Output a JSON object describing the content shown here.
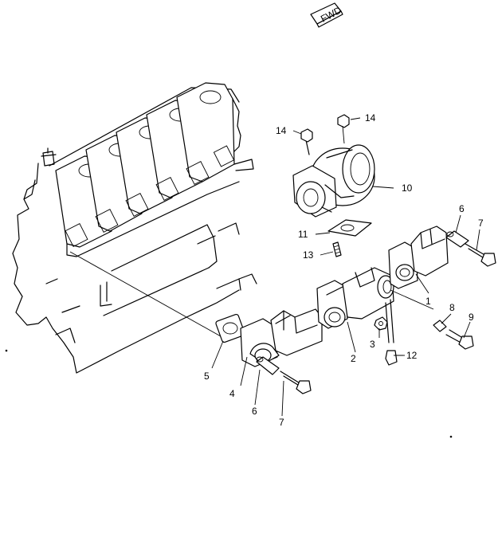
{
  "fwd_label": "FWD",
  "callouts": {
    "c1": "1",
    "c2": "2",
    "c3": "3",
    "c4": "4",
    "c5": "5",
    "c6a": "6",
    "c6b": "6",
    "c7a": "7",
    "c7b": "7",
    "c8": "8",
    "c9": "9",
    "c10": "10",
    "c11": "11",
    "c12": "12",
    "c13": "13",
    "c14a": "14",
    "c14b": "14"
  }
}
